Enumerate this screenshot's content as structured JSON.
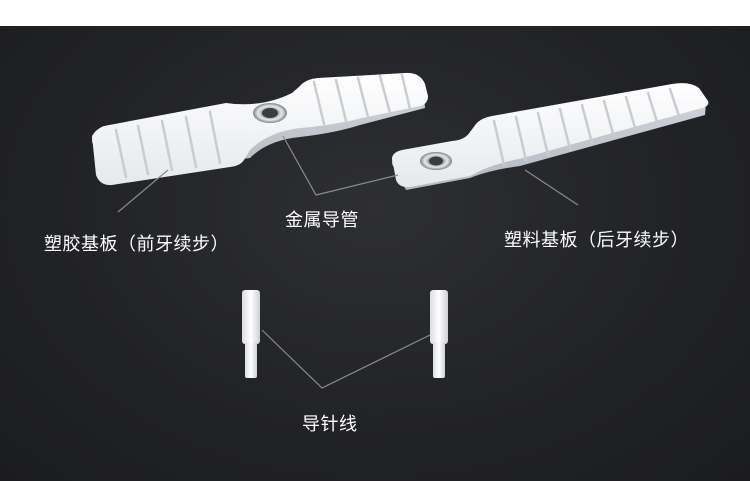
{
  "labels": {
    "front_board": "塑胶基板（前牙续步）",
    "metal_tube": "金属导管",
    "rear_board": "塑料基板（后牙续步）",
    "guide_wire": "导针线"
  },
  "colors": {
    "background": "#222326",
    "board": "#f4f5f7",
    "leader_line": "#8a8b8f",
    "text": "#ffffff"
  }
}
